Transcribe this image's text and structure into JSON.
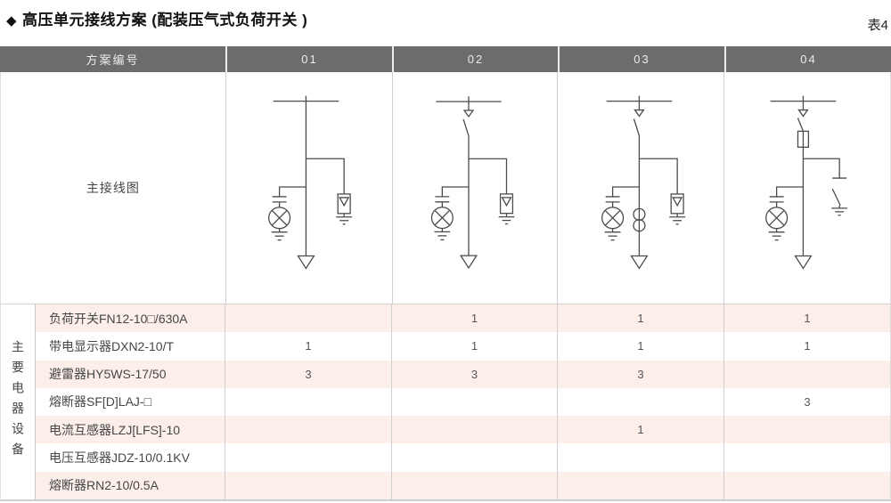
{
  "page": {
    "title_bullet": "◆",
    "title": "高压单元接线方案 (配装压气式负荷开关 )",
    "table_tag": "表4"
  },
  "table": {
    "header": {
      "scheme_label": "方案编号",
      "schemes": [
        "01",
        "02",
        "03",
        "04"
      ]
    },
    "diagram_row": {
      "label": "主接线图",
      "diagrams": [
        {
          "scheme": "01",
          "symbols": [
            "busbar",
            "voltage-indicator-lamp",
            "surge-arrester",
            "earth",
            "cable-outgoing-arrow"
          ]
        },
        {
          "scheme": "02",
          "symbols": [
            "busbar",
            "load-switch",
            "voltage-indicator-lamp",
            "surge-arrester",
            "earth",
            "cable-outgoing-arrow"
          ]
        },
        {
          "scheme": "03",
          "symbols": [
            "busbar",
            "load-switch",
            "voltage-indicator-lamp",
            "current-transformer",
            "surge-arrester",
            "earth",
            "cable-outgoing-arrow"
          ]
        },
        {
          "scheme": "04",
          "symbols": [
            "busbar",
            "load-switch",
            "fuse",
            "voltage-indicator-lamp",
            "earthing-switch",
            "earth",
            "cable-outgoing-arrow"
          ]
        }
      ]
    },
    "side_label": "主要电器设备",
    "equipment_rows": [
      {
        "label": "负荷开关FN12-10□/630A",
        "values": [
          "",
          "1",
          "1",
          "1"
        ]
      },
      {
        "label": "带电显示器DXN2-10/T",
        "values": [
          "1",
          "1",
          "1",
          "1"
        ]
      },
      {
        "label": "避雷器HY5WS-17/50",
        "values": [
          "3",
          "3",
          "3",
          ""
        ]
      },
      {
        "label": "熔断器SF[D]LAJ-□",
        "values": [
          "",
          "",
          "",
          "3"
        ]
      },
      {
        "label": "电流互感器LZJ[LFS]-10",
        "values": [
          "",
          "",
          "1",
          ""
        ]
      },
      {
        "label": "电压互感器JDZ-10/0.1KV",
        "values": [
          "",
          "",
          "",
          ""
        ]
      },
      {
        "label": "熔断器RN2-10/0.5A",
        "values": [
          "",
          "",
          "",
          ""
        ]
      }
    ],
    "colors": {
      "header_bg": "#6b6c6e",
      "header_text": "#ebebec",
      "stripe_pink": "#fcefe9",
      "diagram_line": "#4a4b4d"
    }
  }
}
